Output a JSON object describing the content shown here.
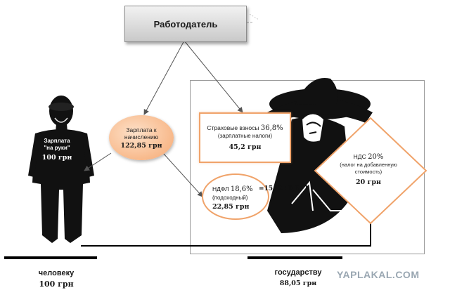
{
  "employer": {
    "label": "Работодатель"
  },
  "salary_accrued": {
    "label": "Зарплата к начислению",
    "amount": "122,85 грн"
  },
  "take_home": {
    "label_line1": "Зарплата",
    "label_line2": "\"на руки\"",
    "amount": "100 грн"
  },
  "insurance": {
    "title": "Страховые взносы",
    "percent": "36,8%",
    "subtitle": "(зарплатные налоги)",
    "amount": "45,2 грн"
  },
  "ndfl": {
    "title": "НДФЛ",
    "percent": "18,6%",
    "subtitle": "(подоходный)",
    "amount": "22,85 грн",
    "formula": "=15+2+0,6+1"
  },
  "vat": {
    "title": "НДС",
    "percent": "20%",
    "subtitle": "(налог на добавленную стоимость)",
    "amount": "20 грн"
  },
  "person_caption": {
    "label": "человеку",
    "amount": "100 грн"
  },
  "state_caption": {
    "label": "государству",
    "amount": "88,05 грн"
  },
  "watermark": "YAPLAKAL.COM",
  "colors": {
    "accent_orange": "#f0a36a",
    "salary_fill": "#f8b98b",
    "silhouette": "#111111",
    "employer_box": "#d6d6d6"
  }
}
